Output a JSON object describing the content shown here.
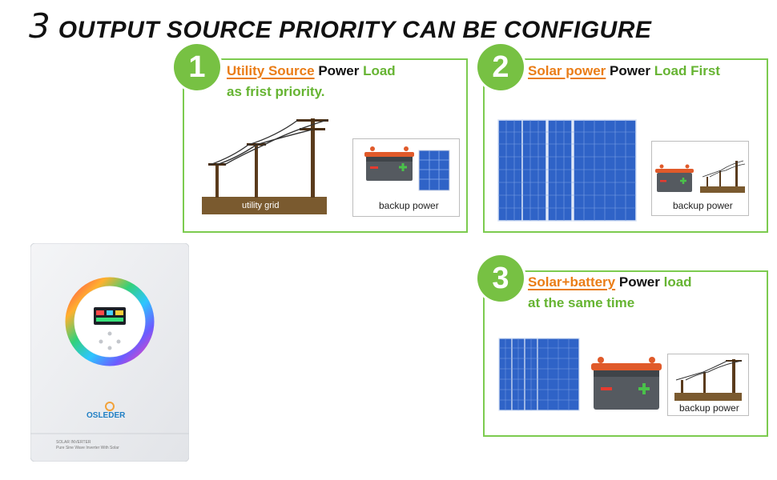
{
  "title": {
    "number": "3",
    "text": "OUTPUT SOURCE PRIORITY CAN BE CONFIGURE"
  },
  "options": [
    {
      "badge": "1",
      "heading_orange": "Utility Source",
      "heading_black": " Power",
      "heading_green": " Load",
      "subheading_green": "as frist priority.",
      "ground_label": "utility grid",
      "backup_label": "backup power"
    },
    {
      "badge": "2",
      "heading_orange": "Solar power",
      "heading_black": " Power",
      "heading_green": " Load First",
      "backup_label": "backup power"
    },
    {
      "badge": "3",
      "heading_orange": "Solar+battery",
      "heading_black": " Power",
      "heading_green": " load",
      "subheading_green": "at the same time",
      "backup_label": "backup power"
    }
  ],
  "product": {
    "brand": "OSLEDER",
    "label_line1": "SOLAR INVERTER",
    "label_line2": "Pure Sine Wave Inverter With Solar"
  },
  "colors": {
    "accent_green": "#77c143",
    "border_green": "#7ccb4f",
    "orange": "#ea7d17",
    "ground_brown": "#7a5a2f",
    "panel_blue": "#2f63c7"
  },
  "icons": [
    "utility-pole-icon",
    "battery-icon",
    "solar-panel-icon",
    "inverter-device"
  ]
}
